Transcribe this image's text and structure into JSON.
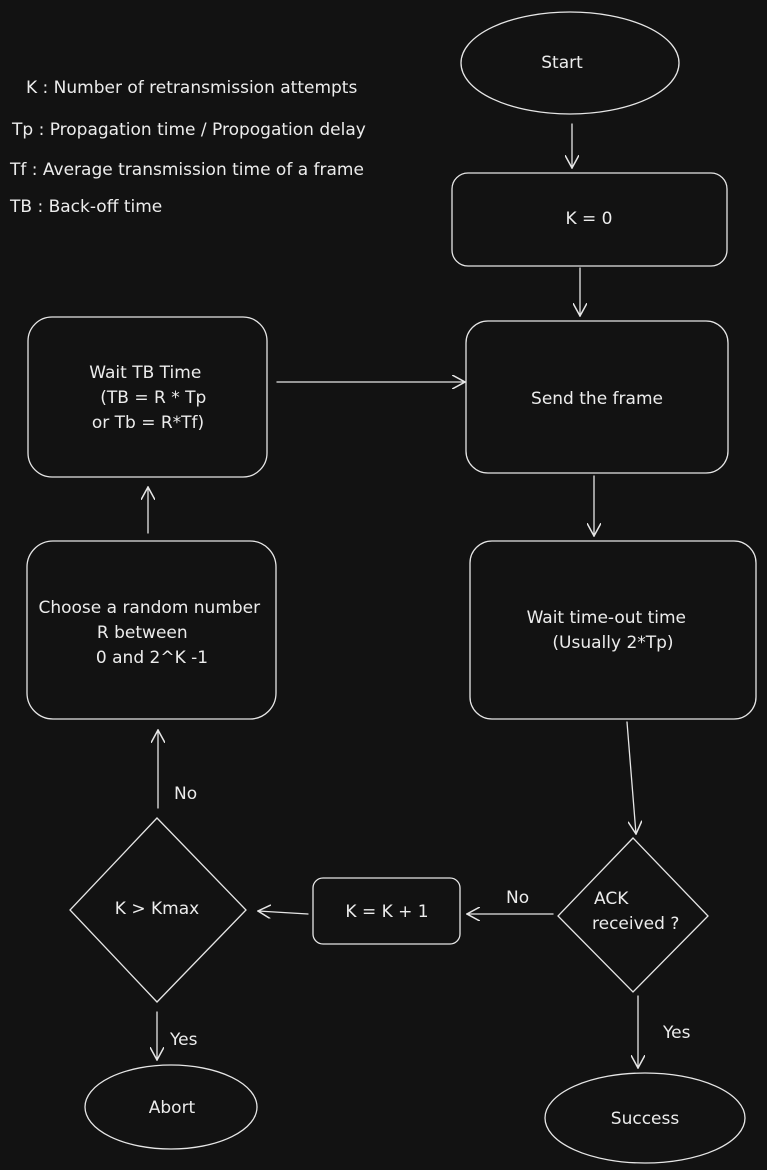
{
  "legend": [
    "K : Number of retransmission attempts",
    "Tp : Propagation time / Propogation delay",
    "Tf : Average transmission time of a frame",
    "TB : Back-off time"
  ],
  "nodes": {
    "start": [
      "Start"
    ],
    "init_k": [
      "K = 0"
    ],
    "send": [
      "Send the frame"
    ],
    "wait_timeout": [
      "Wait time-out time",
      "(Usually 2*Tp)"
    ],
    "ack": [
      "ACK",
      "received ?"
    ],
    "success": [
      "Success"
    ],
    "increment_k": [
      "K = K + 1"
    ],
    "check_kmax": [
      "K > Kmax"
    ],
    "abort": [
      "Abort"
    ],
    "choose_random": [
      "Choose a random number",
      "R between",
      "0 and 2^K -1"
    ],
    "wait_tb": [
      "Wait TB Time",
      "(TB = R * Tp",
      "or Tb = R*Tf)"
    ]
  },
  "edge_labels": {
    "ack_no": "No",
    "ack_yes": "Yes",
    "kmax_no": "No",
    "kmax_yes": "Yes"
  }
}
